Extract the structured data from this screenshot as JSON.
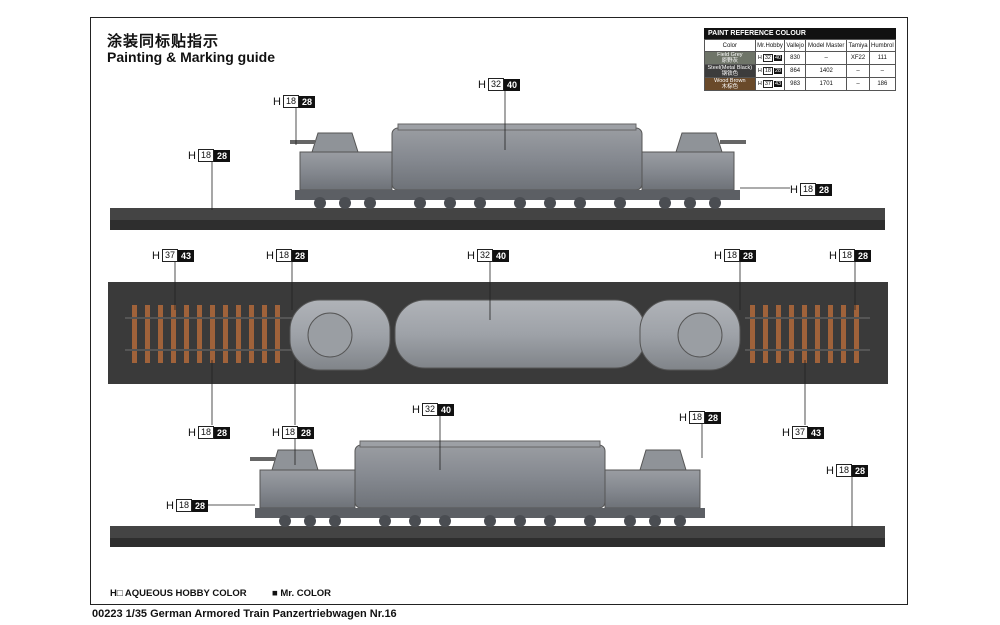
{
  "titles": {
    "cn": "涂装同标贴指示",
    "en": "Painting & Marking guide"
  },
  "paint_table": {
    "title": "PAINT  REFERENCE COLOUR",
    "headers": [
      "Color",
      "Mr.Hobby",
      "Vallejo",
      "Model Master",
      "Tamiya",
      "Humbrol"
    ],
    "rows": [
      {
        "color": "Field Grey",
        "color_cn": "原野灰",
        "swatch": "#6e7468",
        "h1": "32",
        "h2": "40",
        "vallejo": "830",
        "model_master": "–",
        "tamiya": "XF22",
        "humbrol": "111"
      },
      {
        "color": "Steel(Metal Black)",
        "color_cn": "钢铁色",
        "swatch": "#3c3c3c",
        "h1": "18",
        "h2": "28",
        "vallejo": "864",
        "model_master": "1402",
        "tamiya": "–",
        "humbrol": "–"
      },
      {
        "color": "Wood Brown",
        "color_cn": "木棕色",
        "swatch": "#6a4a2a",
        "h1": "37",
        "h2": "43",
        "vallejo": "983",
        "model_master": "1701",
        "tamiya": "–",
        "humbrol": "186"
      }
    ]
  },
  "callouts": {
    "top_roof": {
      "h": "H",
      "a": "32",
      "b": "40"
    },
    "top_turret": {
      "h": "H",
      "a": "18",
      "b": "28"
    },
    "top_rail": {
      "h": "H",
      "a": "18",
      "b": "28"
    },
    "top_coupler": {
      "h": "H",
      "a": "18",
      "b": "28"
    },
    "mid_ties": {
      "h": "H",
      "a": "37",
      "b": "43"
    },
    "mid_left_coupler": {
      "h": "H",
      "a": "18",
      "b": "28"
    },
    "mid_roof": {
      "h": "H",
      "a": "32",
      "b": "40"
    },
    "mid_right_coupler": {
      "h": "H",
      "a": "18",
      "b": "28"
    },
    "mid_right_rail": {
      "h": "H",
      "a": "18",
      "b": "28"
    },
    "mid_bot_left": {
      "h": "H",
      "a": "18",
      "b": "28"
    },
    "mid_bot_left2": {
      "h": "H",
      "a": "18",
      "b": "28"
    },
    "mid_bot_right": {
      "h": "H",
      "a": "37",
      "b": "43"
    },
    "bot_roof": {
      "h": "H",
      "a": "32",
      "b": "40"
    },
    "bot_turret": {
      "h": "H",
      "a": "18",
      "b": "28"
    },
    "bot_rail": {
      "h": "H",
      "a": "18",
      "b": "28"
    },
    "bot_coupler": {
      "h": "H",
      "a": "18",
      "b": "28"
    }
  },
  "legend": {
    "aqueous": "H□ AQUEOUS HOBBY COLOR",
    "mr_color": "■  Mr. COLOR"
  },
  "footer": "00223 1/35 German Armored Train Panzertriebwagen Nr.16",
  "colors": {
    "body_grey": "#8a8d92",
    "rail_dark": "#3a3a3a",
    "tie_brown": "#a0623a"
  }
}
